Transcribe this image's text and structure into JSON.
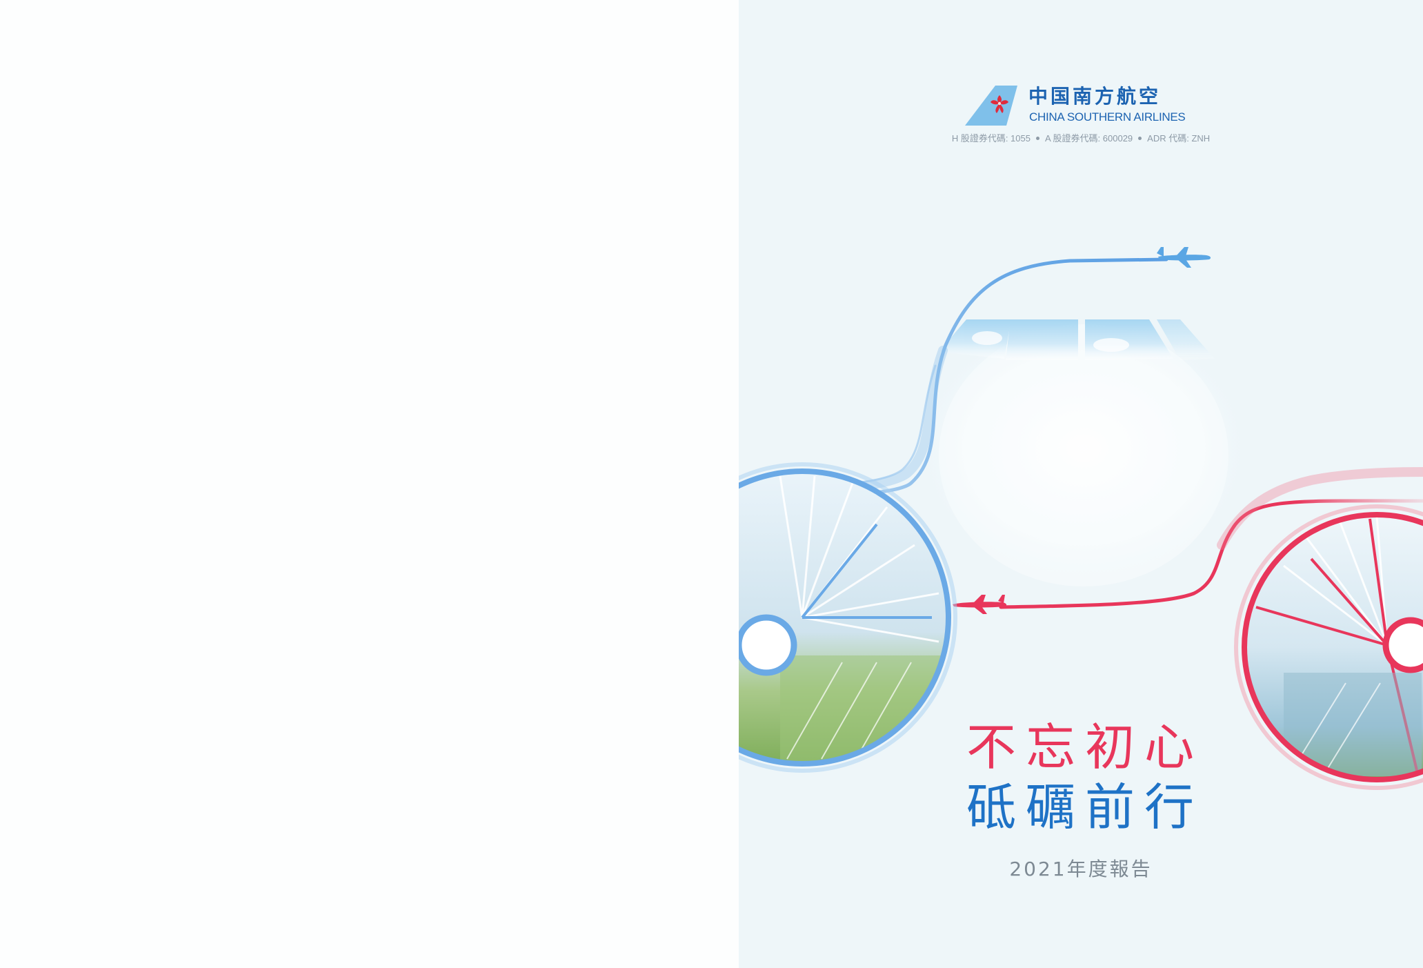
{
  "spread": {
    "left_page": "blank",
    "right_page": "cover"
  },
  "brand": {
    "name_cn": "中国南方航空",
    "name_en": "CHINA SOUTHERN AIRLINES",
    "logo_icon": "kapok-flower-tail-icon",
    "color_primary": "#1c63b1",
    "color_accent": "#e8365b",
    "color_sky": "#7fc0ea"
  },
  "stock_codes": [
    "H 股證券代碼: 1055",
    "A 股證券代碼: 600029",
    "ADR 代碼: ZNH"
  ],
  "cover": {
    "slogan_line1": "不忘初心",
    "slogan_line2": "砥礪前行",
    "report_title": "2021年度報告",
    "slogan_line1_color": "#e8365b",
    "slogan_line2_color": "#1e72c6",
    "illustration_icons": [
      "airplane-blue-icon",
      "airplane-red-icon",
      "jet-engine-icon",
      "cockpit-windows-icon"
    ]
  }
}
